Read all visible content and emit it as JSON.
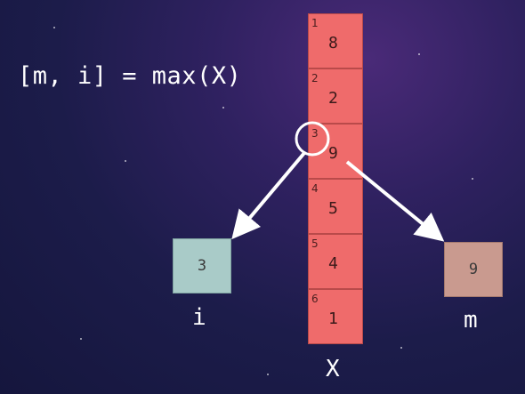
{
  "formula": "[m, i] = max(X)",
  "array": {
    "label": "X",
    "cells": [
      {
        "index": "1",
        "value": "8"
      },
      {
        "index": "2",
        "value": "2"
      },
      {
        "index": "3",
        "value": "9"
      },
      {
        "index": "4",
        "value": "5"
      },
      {
        "index": "5",
        "value": "4"
      },
      {
        "index": "6",
        "value": "1"
      }
    ],
    "highlighted_index": 3
  },
  "outputs": {
    "i": {
      "label": "i",
      "value": "3"
    },
    "m": {
      "label": "m",
      "value": "9"
    }
  },
  "colors": {
    "cell_fill": "#ef6b6b",
    "i_box_fill": "#a9cbc8",
    "m_box_fill": "#c99a8f",
    "arrow": "#ffffff"
  }
}
